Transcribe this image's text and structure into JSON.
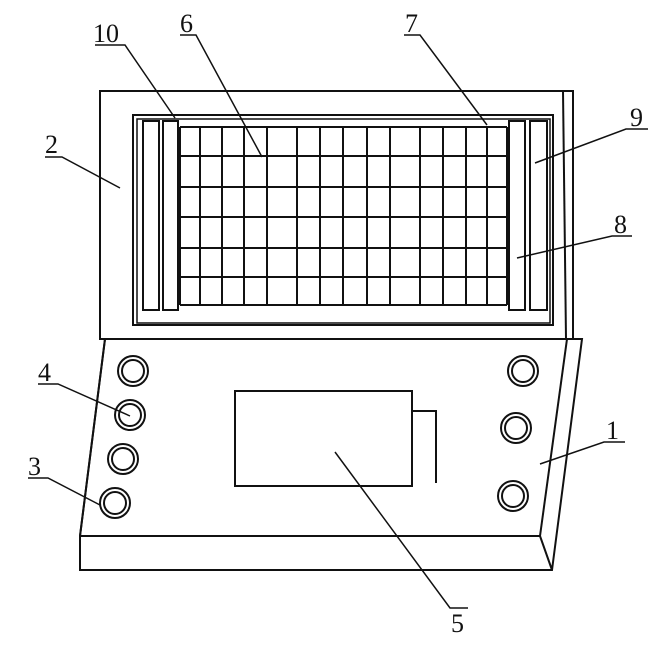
{
  "figure": {
    "labels": {
      "base": "1",
      "lid": "2",
      "knob_lower": "3",
      "knob_upper": "4",
      "display_box": "5",
      "grid_panel": "6",
      "grid_frame": "7",
      "slide_rail": "8",
      "side_bar": "9",
      "inner_frame": "10"
    }
  }
}
